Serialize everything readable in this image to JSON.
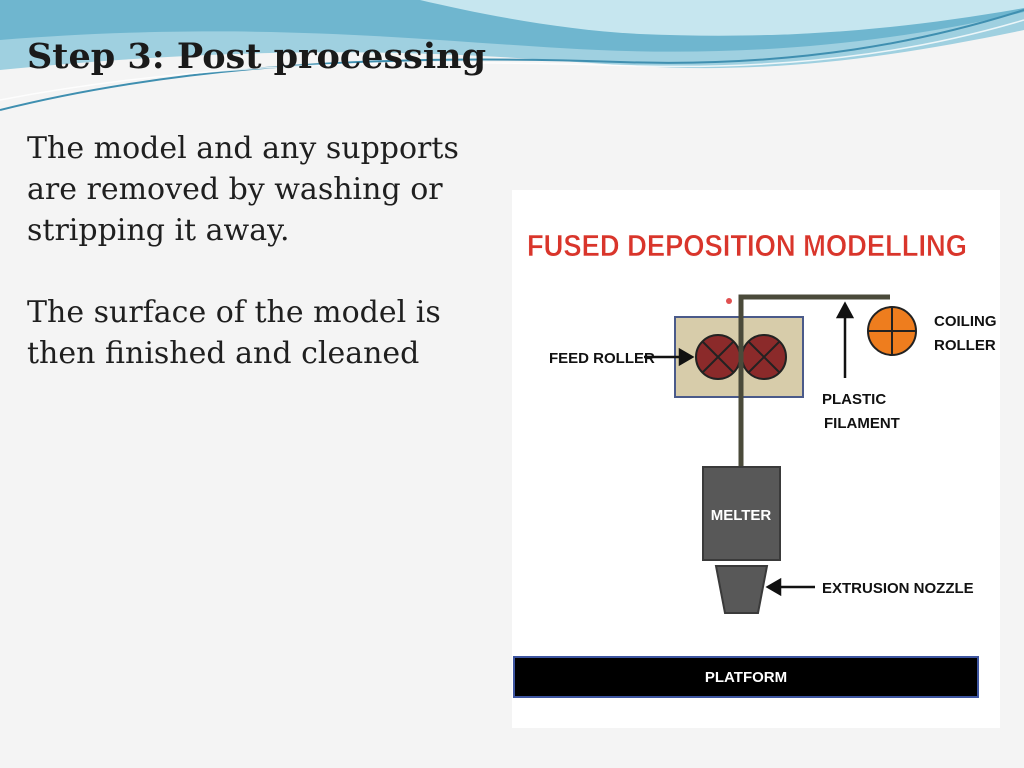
{
  "slide": {
    "title": "Step 3: Post processing",
    "paragraphs": [
      "The model and any supports are removed by washing or stripping it away.",
      "The surface of the model is then finished and cleaned"
    ]
  },
  "diagram": {
    "title": "FUSED DEPOSITION MODELLING",
    "labels": {
      "feed_roller": "FEED ROLLER",
      "coiling_roller_line1": "COILING",
      "coiling_roller_line2": "ROLLER",
      "plastic_filament_line1": "PLASTIC",
      "plastic_filament_line2": "FILAMENT",
      "melter": "MELTER",
      "extrusion_nozzle": "EXTRUSION NOZZLE",
      "platform": "PLATFORM"
    },
    "colors": {
      "title": "#d9352b",
      "feed_roller": "#8b2a2a",
      "coiling_roller": "#ee7d1e",
      "feed_box": "#d7ccaa",
      "filament": "#4a4a3a",
      "melter": "#585858",
      "platform": "#000000",
      "platform_border": "#3d55a0"
    }
  },
  "theme": {
    "wave_colors": [
      "#7fc0d6",
      "#b9e0ec",
      "#4aa0c0"
    ]
  }
}
